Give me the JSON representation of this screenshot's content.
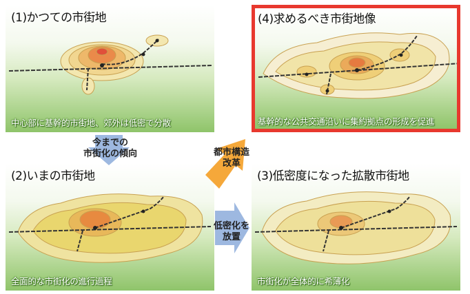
{
  "panels": [
    {
      "title": "(1)かつての市街地",
      "caption": "中心部に基幹的市街地、郊外は低密で分散"
    },
    {
      "title": "(4)求めるべき市街地像",
      "caption": "基幹的な公共交通沿いに集約拠点の形成を促進"
    },
    {
      "title": "(2)いまの市街地",
      "caption": "全面的な市街化の進行過程"
    },
    {
      "title": "(3)低密度になった拡散市街地",
      "caption": "市街化が全体的に希薄化"
    }
  ],
  "arrows": {
    "down": {
      "line1": "今までの",
      "line2": "市街化の傾向"
    },
    "right": {
      "line1": "低密化を",
      "line2": "放置"
    },
    "diagonal": {
      "line1": "都市構造",
      "line2": "改革"
    }
  },
  "colors": {
    "highlight_border": "#e8382e",
    "arrow_blue": "#9db8e0",
    "arrow_orange": "#f5a83a"
  }
}
